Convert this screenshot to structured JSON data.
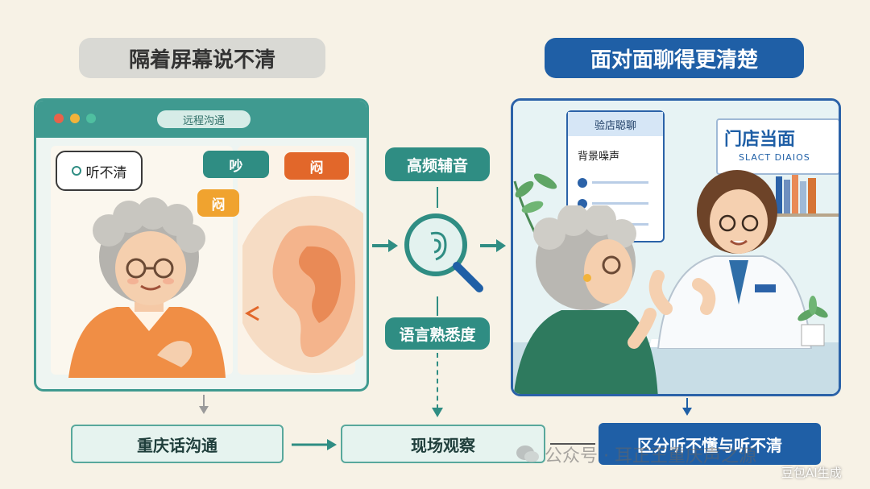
{
  "left_title": "隔着屏幕说不清",
  "right_title": "面对面聊得更清楚",
  "left_panel": {
    "window_label": "远程沟通",
    "speech_bubble": "听不清",
    "noise_words": [
      "吵",
      "闷",
      "闷"
    ]
  },
  "center": {
    "top_label": "高频辅音",
    "bottom_label": "语言熟悉度"
  },
  "right_panel": {
    "card_title": "验店聪聊",
    "card_line": "背景噪声",
    "sign_title": "门店当面",
    "sign_subtitle": "SLACT DIAIOS"
  },
  "bottom": {
    "left": "重庆话沟通",
    "middle": "现场观察",
    "right": "区分听不懂与听不清"
  },
  "watermark": {
    "account": "公众号 · 耳正王重庆声之源",
    "ai_tag": "豆包AI生成"
  },
  "colors": {
    "teal": "#2f8d83",
    "blue": "#1f5fa6",
    "orange": "#e97a2c",
    "cream": "#f7f2e6"
  }
}
